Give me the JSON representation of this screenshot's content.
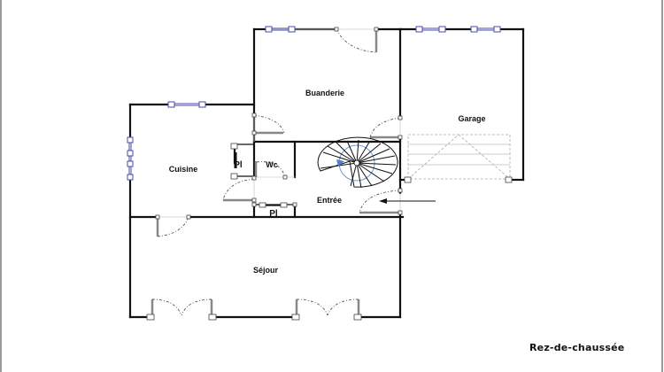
{
  "plan": {
    "title": "Rez-de-chaussée",
    "rooms": [
      {
        "name": "Buanderie",
        "label": "Buanderie"
      },
      {
        "name": "Garage",
        "label": "Garage"
      },
      {
        "name": "Cuisine",
        "label": "Cuisine"
      },
      {
        "name": "Wc",
        "label": "Wc"
      },
      {
        "name": "Entrée",
        "label": "Entrée"
      },
      {
        "name": "Séjour",
        "label": "Séjour"
      }
    ],
    "closets": [
      {
        "label": "Pl"
      },
      {
        "label": "Pl"
      }
    ],
    "entrance_arrow": "arrow-left",
    "colors": {
      "wall": "#111111",
      "window": "#4a4aa8",
      "stair_direction": "#6f9bd6",
      "frame": "#9a9a9a"
    }
  }
}
